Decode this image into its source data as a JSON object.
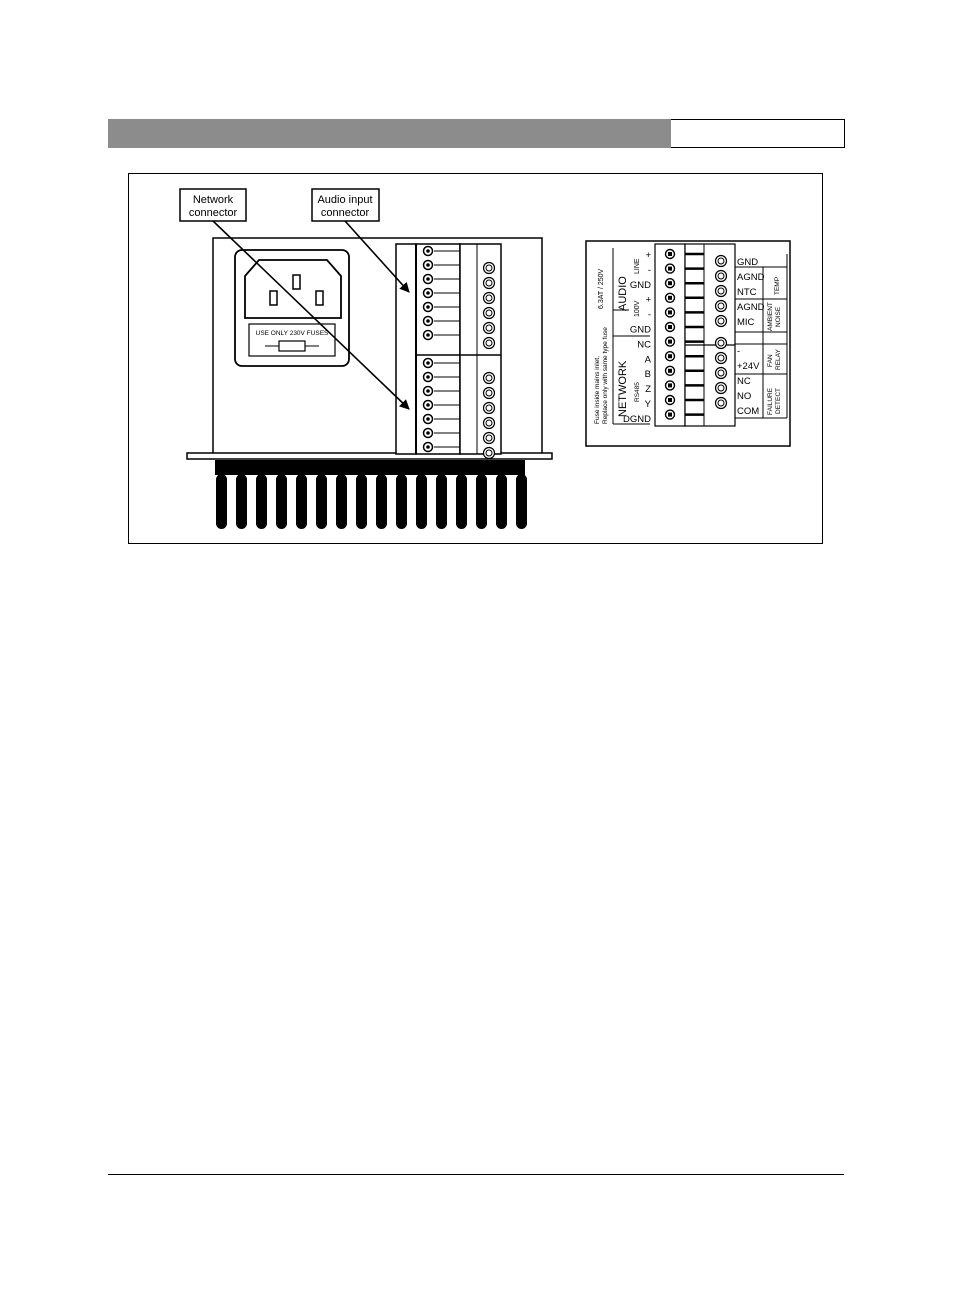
{
  "labels": {
    "network_connector": [
      "Network",
      "connector"
    ],
    "audio_input_connector": [
      "Audio input",
      "connector"
    ]
  },
  "mains": {
    "fuse_label": "USE ONLY 230V FUSES"
  },
  "panel": {
    "fuse_note": [
      "Fuse inside mains inlet,",
      "Replace only with same type fuse"
    ],
    "fuse_rating": "6.3AT / 250V",
    "audio_group": "AUDIO",
    "line_label": "LINE",
    "v100_label": "100V",
    "network_group": "NETWORK",
    "rs485_label": "RS485",
    "left_terminals": [
      "+",
      "-",
      "GND",
      "+",
      "-",
      "GND",
      "NC",
      "A",
      "B",
      "Z",
      "Y",
      "DGND"
    ],
    "right_terminals": [
      "GND",
      "AGND",
      "NTC",
      "AGND",
      "MIC",
      "-",
      "+24V",
      "NC",
      "NO",
      "COM"
    ],
    "right_groups": {
      "temp": "TEMP",
      "ambient_noise": [
        "AMBIENT",
        "NOISE"
      ],
      "fan_relay": [
        "FAN",
        "RELAY"
      ],
      "failure_detect": [
        "FAILURE",
        "DETECT"
      ]
    }
  }
}
